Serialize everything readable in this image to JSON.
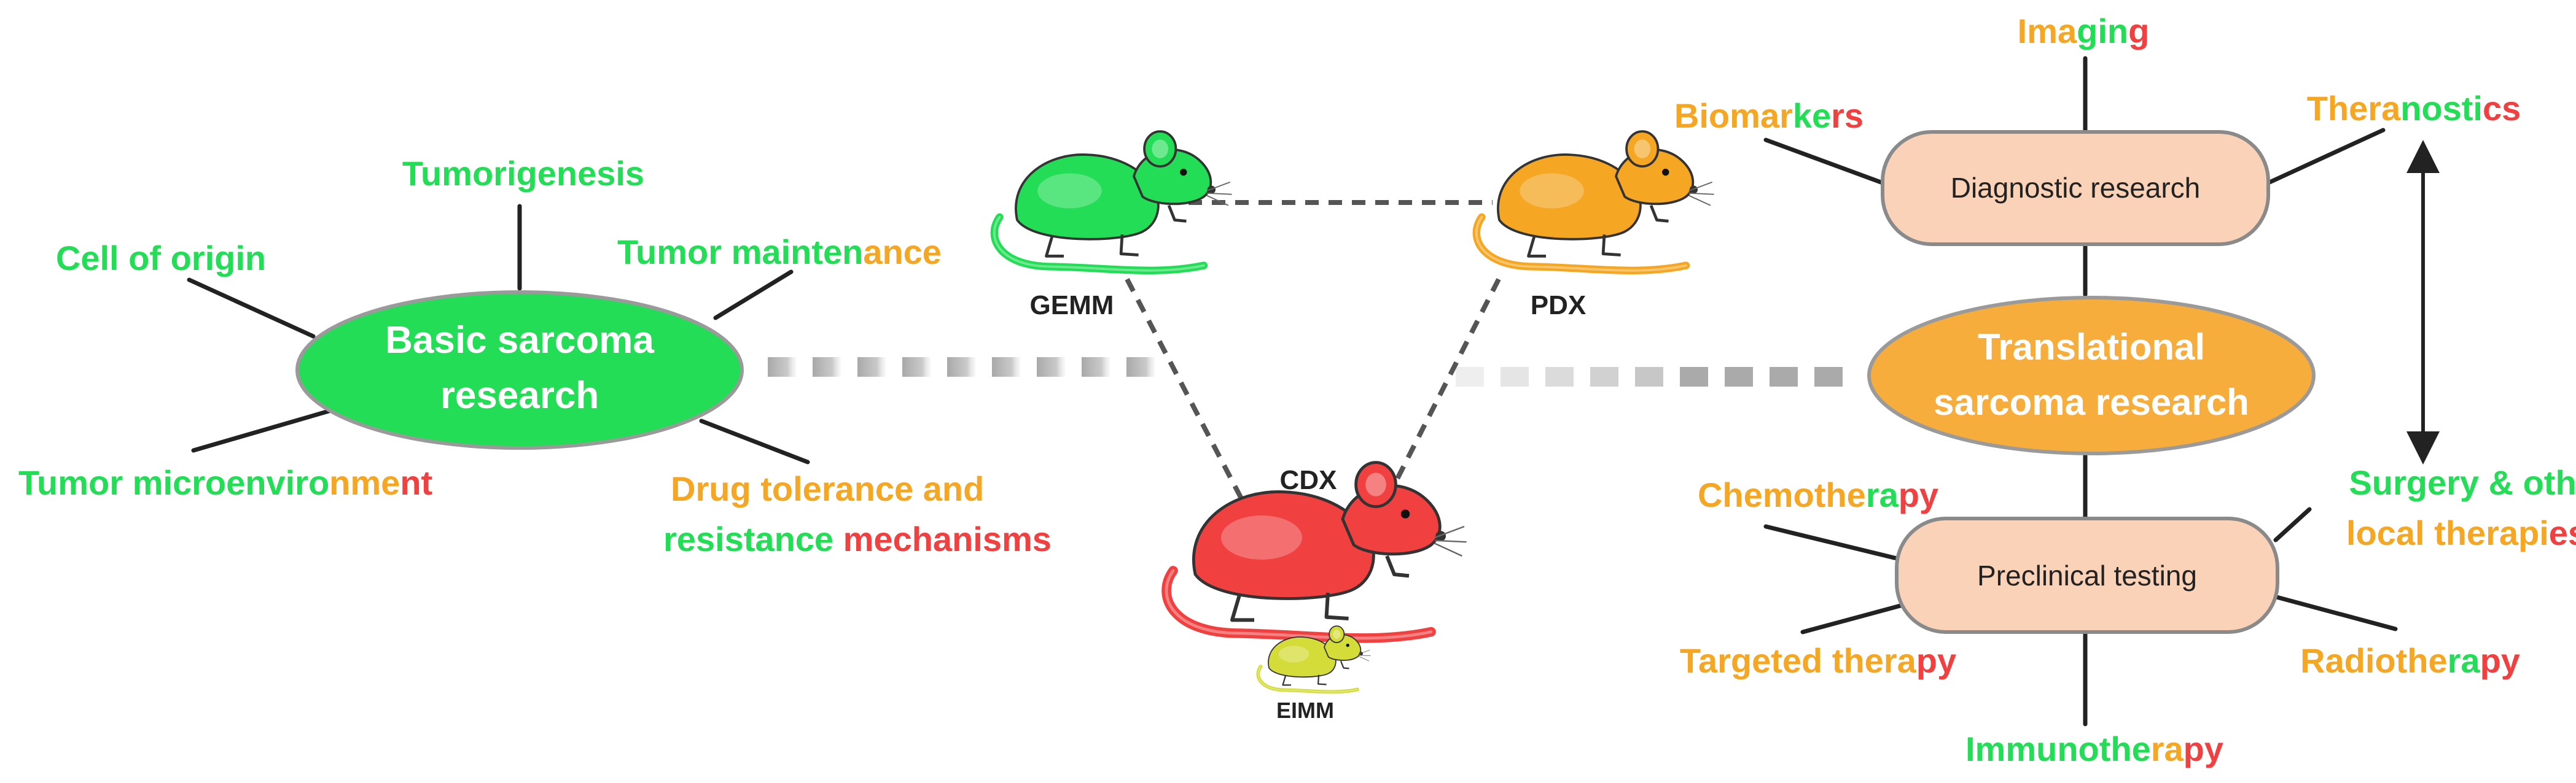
{
  "colors": {
    "green": "#22dd55",
    "orange": "#f5a623",
    "red": "#f04040",
    "yellow": "#d4dc3a",
    "peach": "#fad2b8",
    "basic_fill": "#22dd55",
    "translational_fill": "#f7ad3c",
    "line": "#222222",
    "dash": "#555555",
    "band": "#b8b8b8"
  },
  "basic": {
    "title_line1": "Basic sarcoma",
    "title_line2": "research",
    "labels": [
      {
        "key": "cell-of-origin",
        "segments": [
          {
            "t": "Cell of origin",
            "c": "green"
          }
        ]
      },
      {
        "key": "tumorigenesis",
        "segments": [
          {
            "t": "Tumorigenesis",
            "c": "green"
          }
        ]
      },
      {
        "key": "tumor-maintenance",
        "segments": [
          {
            "t": "Tumor mainten",
            "c": "green"
          },
          {
            "t": "ance",
            "c": "orange"
          }
        ]
      },
      {
        "key": "tumor-microenvironment",
        "segments": [
          {
            "t": "Tumor microenviro",
            "c": "green"
          },
          {
            "t": "nme",
            "c": "orange"
          },
          {
            "t": "nt",
            "c": "red"
          }
        ]
      },
      {
        "key": "drug-tolerance-line1",
        "segments": [
          {
            "t": "Drug tolerance and",
            "c": "orange"
          }
        ]
      },
      {
        "key": "drug-tolerance-line2",
        "segments": [
          {
            "t": "resistance ",
            "c": "green"
          },
          {
            "t": "mechanisms",
            "c": "red"
          }
        ]
      }
    ]
  },
  "models": {
    "gemm": "GEMM",
    "pdx": "PDX",
    "cdx": "CDX",
    "eimm": "EIMM"
  },
  "translational": {
    "title_line1": "Translational",
    "title_line2": "sarcoma research",
    "diagnostic": "Diagnostic research",
    "preclinical": "Preclinical  testing",
    "labels": [
      {
        "key": "imaging",
        "segments": [
          {
            "t": "Ima",
            "c": "orange"
          },
          {
            "t": "gin",
            "c": "green"
          },
          {
            "t": "g",
            "c": "red"
          }
        ]
      },
      {
        "key": "biomarkers",
        "segments": [
          {
            "t": "Biomar",
            "c": "orange"
          },
          {
            "t": "ke",
            "c": "green"
          },
          {
            "t": "rs",
            "c": "red"
          }
        ]
      },
      {
        "key": "theranostics",
        "segments": [
          {
            "t": "Thera",
            "c": "orange"
          },
          {
            "t": "nosti",
            "c": "green"
          },
          {
            "t": "cs",
            "c": "red"
          }
        ]
      },
      {
        "key": "chemotherapy",
        "segments": [
          {
            "t": "Chemothe",
            "c": "orange"
          },
          {
            "t": "ra",
            "c": "green"
          },
          {
            "t": "py",
            "c": "red"
          }
        ]
      },
      {
        "key": "surgery-line1",
        "segments": [
          {
            "t": "Surgery & other",
            "c": "green"
          }
        ]
      },
      {
        "key": "surgery-line2",
        "segments": [
          {
            "t": "local therapi",
            "c": "orange"
          },
          {
            "t": "es",
            "c": "red"
          }
        ]
      },
      {
        "key": "targeted-therapy",
        "segments": [
          {
            "t": "Targeted thera",
            "c": "orange"
          },
          {
            "t": "py",
            "c": "red"
          }
        ]
      },
      {
        "key": "radiotherapy",
        "segments": [
          {
            "t": "Radiothe",
            "c": "orange"
          },
          {
            "t": "ra",
            "c": "green"
          },
          {
            "t": "py",
            "c": "red"
          }
        ]
      },
      {
        "key": "immunotherapy",
        "segments": [
          {
            "t": "Immunothe",
            "c": "green"
          },
          {
            "t": "ra",
            "c": "orange"
          },
          {
            "t": "py",
            "c": "red"
          }
        ]
      }
    ]
  }
}
